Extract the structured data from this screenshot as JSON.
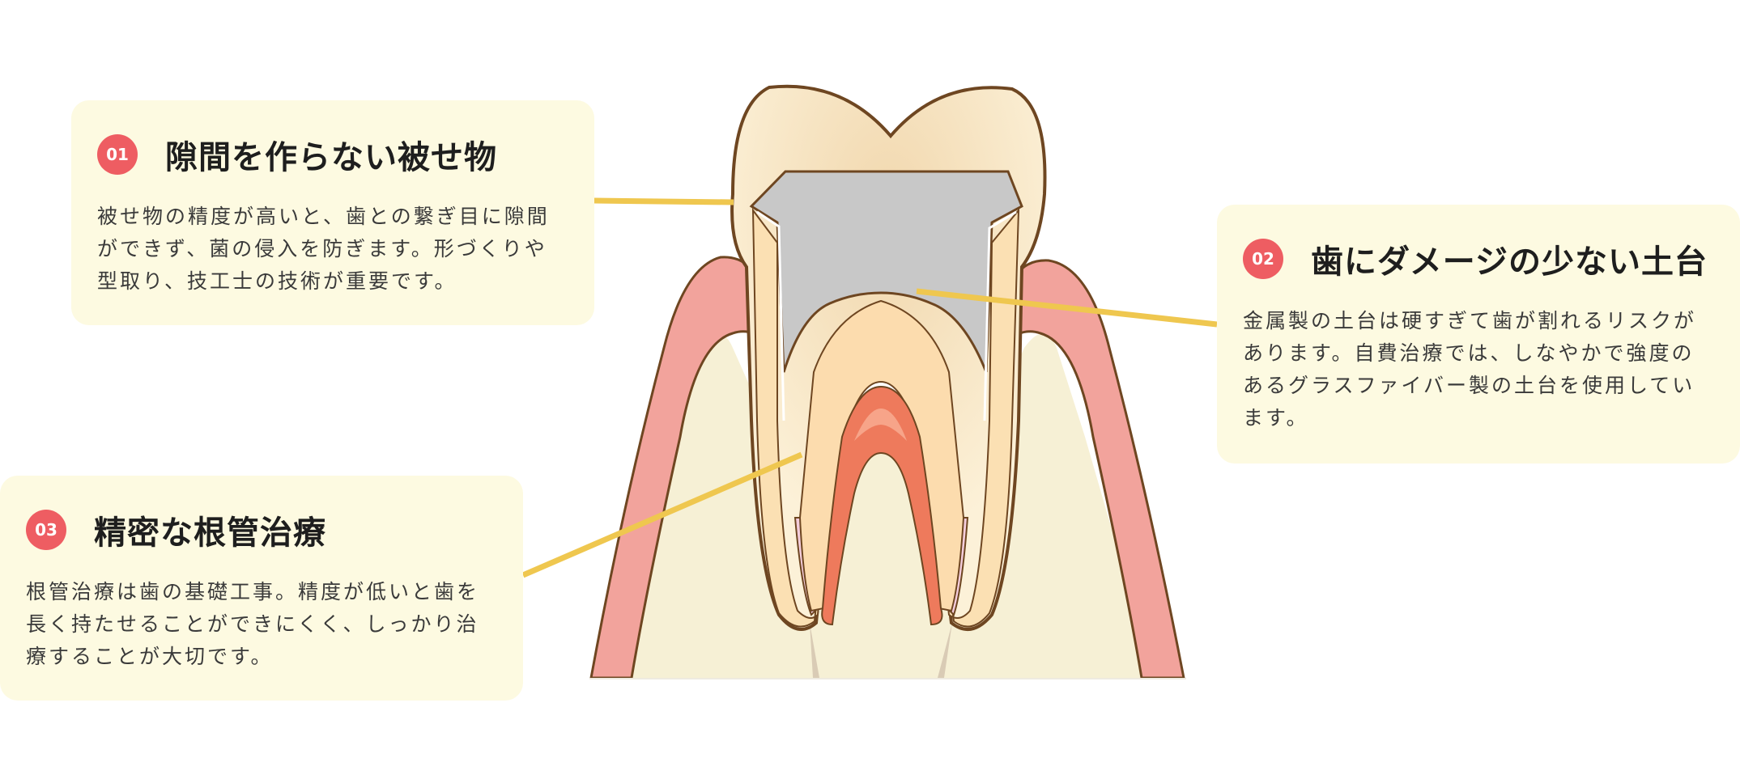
{
  "features": [
    {
      "number": "01",
      "title": "隙間を作らない被せ物",
      "body": "被せ物の精度が高いと、歯との繋ぎ目に隙間ができず、菌の侵入を防ぎます。形づくりや型取り、技工士の技術が重要です。"
    },
    {
      "number": "02",
      "title": "歯にダメージの少ない土台",
      "body": "金属製の土台は硬すぎて歯が割れるリスクがあります。自費治療では、しなやかで強度のあるグラスファイバー製の土台を使用しています。"
    },
    {
      "number": "03",
      "title": "精密な根管治療",
      "body": "根管治療は歯の基礎工事。精度が低いと歯を長く持たせることができにくく、しっかり治療することが大切です。"
    }
  ],
  "colors": {
    "card_background": "#fdfae1",
    "badge": "#ee5d62",
    "leader_line": "#efc74f",
    "gum": "#f2a39c",
    "bone": "#f6f0d5",
    "enamel": "#fbeed0",
    "dentin": "#fbe0b3",
    "post": "#c8c8c8",
    "pulp": "#ee7a5c",
    "outline": "#6e4621"
  }
}
